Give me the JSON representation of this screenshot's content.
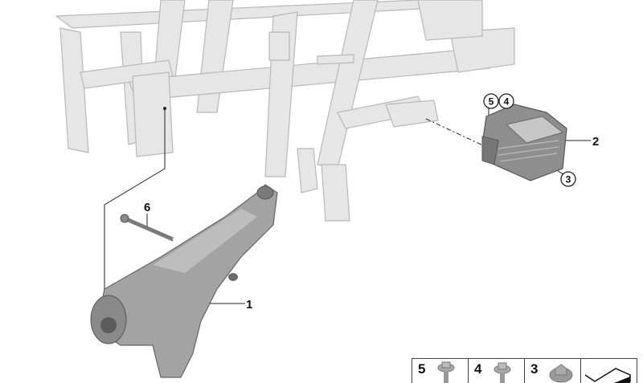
{
  "callouts": {
    "c1": "1",
    "c2": "2",
    "c3": "3",
    "c4": "4",
    "c5": "5",
    "c6": "6"
  },
  "parts_strip": [
    {
      "number": "5",
      "icon": "flange-bolt-icon"
    },
    {
      "number": "4",
      "icon": "hex-bolt-icon"
    },
    {
      "number": "3",
      "icon": "hex-nut-icon"
    },
    {
      "number": "",
      "icon": "arrow-icon"
    }
  ],
  "colors": {
    "frame": "#e4e4e4",
    "frame_edge": "#b9b9b9",
    "part": "#9a9a9a",
    "part_dark": "#6e6e6e"
  }
}
